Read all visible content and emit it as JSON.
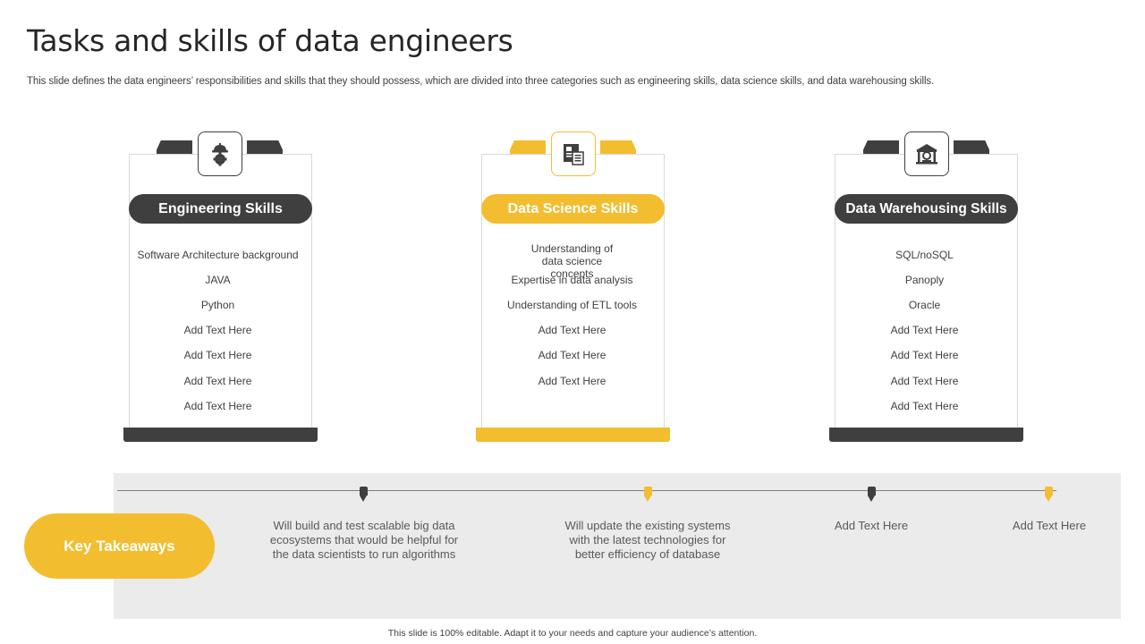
{
  "title": "Tasks and skills of data engineers",
  "subtitle": "This slide defines the data engineers’ responsibilities and skills that they should possess, which are divided into three categories such as engineering skills, data science skills, and data warehousing skills.",
  "colors": {
    "dark": "#3f3f3f",
    "accent": "#f3bd30",
    "panel": "#ebebeb"
  },
  "cards": [
    {
      "heading": "Engineering Skills",
      "icon": "engineer-gear-icon",
      "items": [
        "Software Architecture background",
        "JAVA",
        "Python",
        "Add Text Here",
        "Add Text Here",
        "Add Text Here",
        "Add Text Here"
      ]
    },
    {
      "heading": "Data Science Skills",
      "icon": "data-report-icon",
      "items": [
        "Understanding of data science concepts",
        "Expertise in data analysis",
        "Understanding of ETL tools",
        "Add Text Here",
        "Add Text Here",
        "Add Text Here"
      ]
    },
    {
      "heading": "Data Warehousing Skills",
      "icon": "warehouse-icon",
      "items": [
        "SQL/noSQL",
        "Panoply",
        "Oracle",
        "Add Text Here",
        "Add Text Here",
        "Add Text Here",
        "Add Text Here"
      ]
    }
  ],
  "key_takeaways": {
    "label": "Key Takeaways",
    "points": [
      "Will build and test scalable big data ecosystems that would be helpful for the data scientists to run algorithms",
      "Will update the existing systems with the latest technologies for better efficiency of database",
      "Add Text Here",
      "Add Text Here"
    ]
  },
  "footer": "This slide is 100% editable. Adapt it to your needs and capture your audience’s attention."
}
